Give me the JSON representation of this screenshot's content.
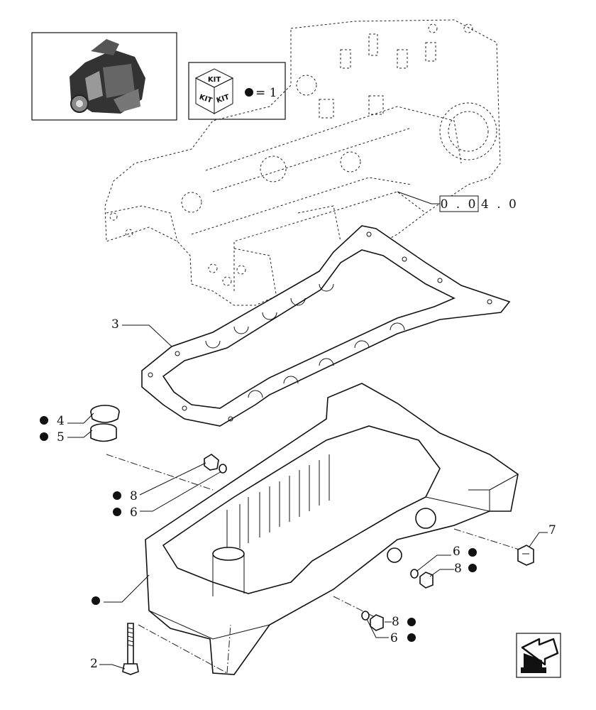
{
  "kit_box": {
    "kit_words": [
      "KIT",
      "KIT",
      "KIT"
    ],
    "legend_text": "= 1"
  },
  "reference": {
    "boxed": "0 . 0",
    "rest": "4 . 0"
  },
  "callouts": [
    {
      "id": "gasket",
      "num": "3",
      "kit": false
    },
    {
      "id": "cap",
      "num": "4",
      "kit": true
    },
    {
      "id": "bushing",
      "num": "5",
      "kit": true
    },
    {
      "id": "plug-left",
      "num": "8",
      "kit": true
    },
    {
      "id": "washer-left",
      "num": "6",
      "kit": true
    },
    {
      "id": "oil-pan",
      "num": "",
      "kit": true
    },
    {
      "id": "plug-right",
      "num": "7",
      "kit": false
    },
    {
      "id": "washer-mid",
      "num": "6",
      "kit": true
    },
    {
      "id": "plug-mid",
      "num": "8",
      "kit": true
    },
    {
      "id": "plug-low",
      "num": "8",
      "kit": true
    },
    {
      "id": "washer-low",
      "num": "6",
      "kit": true
    },
    {
      "id": "bolt",
      "num": "2",
      "kit": false
    }
  ],
  "colors": {
    "ink": "#111111",
    "paper": "#ffffff"
  },
  "icons": {
    "engine_thumbnail": "engine-thumbnail-icon",
    "nav": "navigation-arrow-icon"
  }
}
